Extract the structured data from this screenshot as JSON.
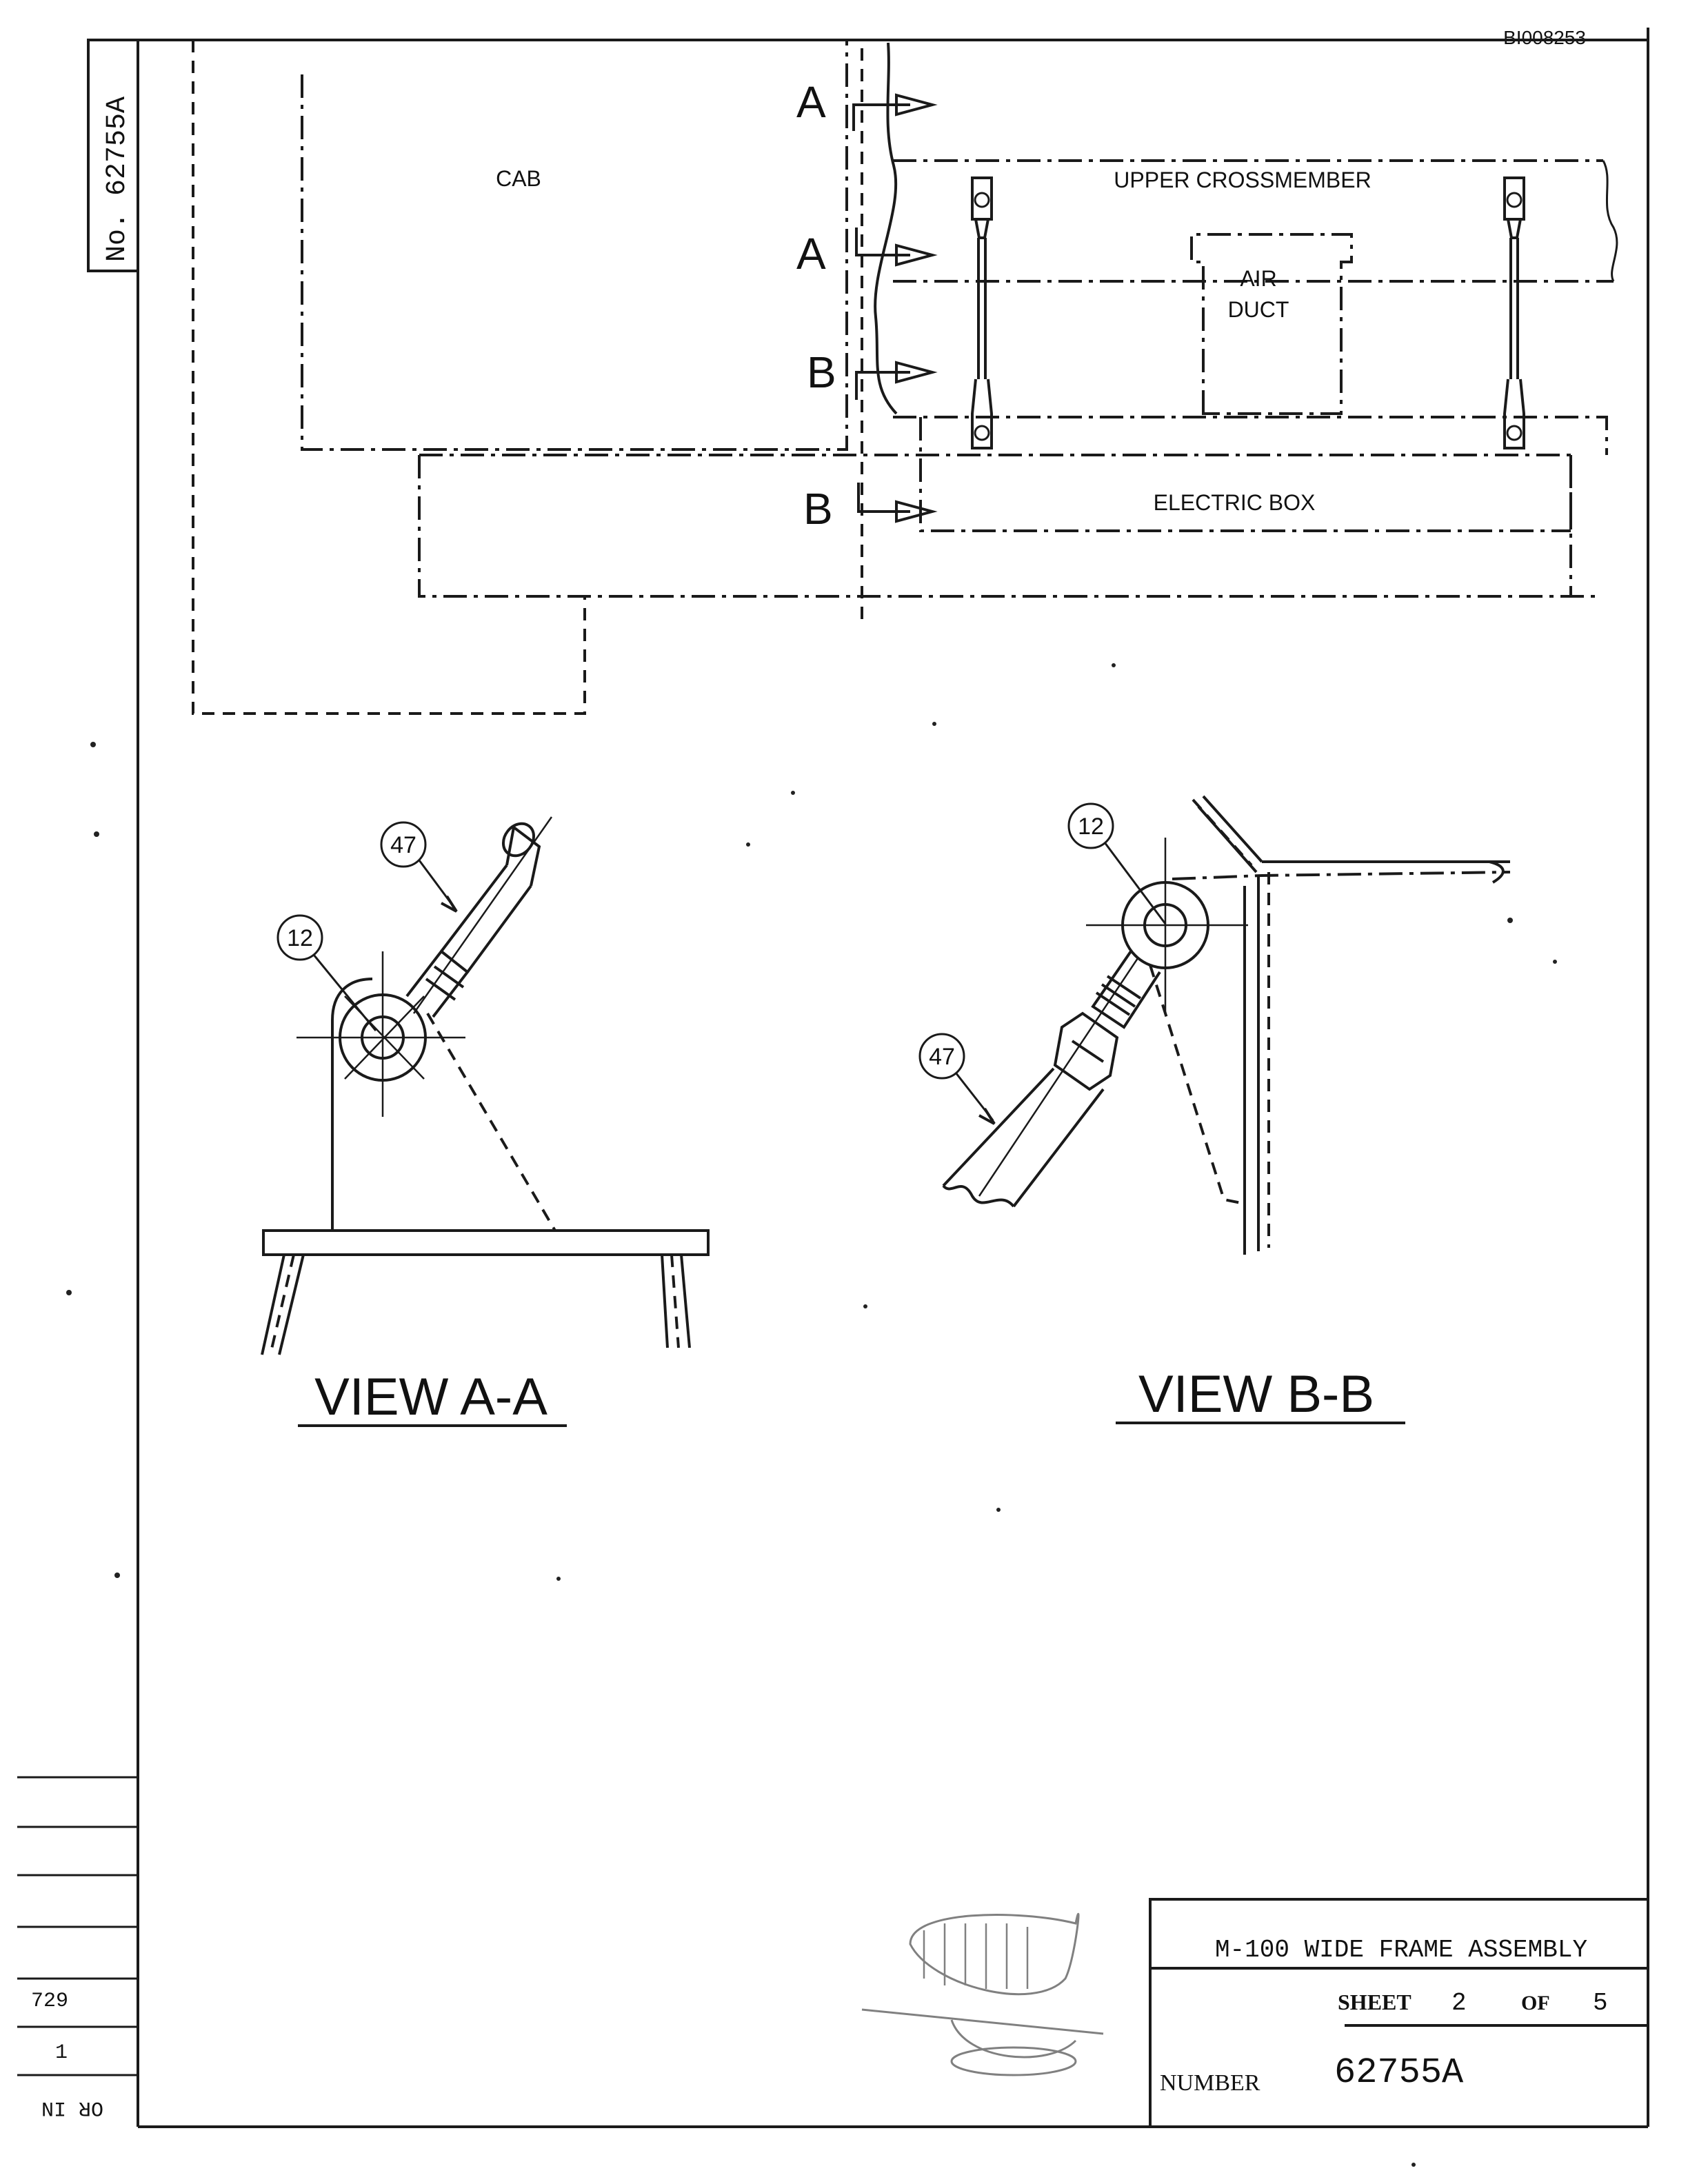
{
  "document_id": "BI008253",
  "side_stamp": "No. 62755A",
  "plan_view": {
    "cab_label": "CAB",
    "upper_crossmember_label": "UPPER  CROSSMEMBER",
    "air_duct_line1": "AIR",
    "air_duct_line2": "DUCT",
    "electric_box_label": "ELECTRIC  BOX",
    "section_a_top": "A",
    "section_a_bottom": "A",
    "section_b_top": "B",
    "section_b_bottom": "B"
  },
  "view_a": {
    "title": "VIEW A-A",
    "callout_rod": "47",
    "callout_eye": "12"
  },
  "view_b": {
    "title": "VIEW B-B",
    "callout_eye": "12",
    "callout_rod": "47"
  },
  "margin_notes": {
    "note1": "729",
    "note2": "1",
    "note3": "OR IN"
  },
  "title_block": {
    "title": "M-100 WIDE FRAME ASSEMBLY",
    "sheet_label": "SHEET",
    "sheet_number": "2",
    "of_label": "OF",
    "sheet_total": "5",
    "number_label": "NUMBER",
    "number_value": "62755A"
  }
}
